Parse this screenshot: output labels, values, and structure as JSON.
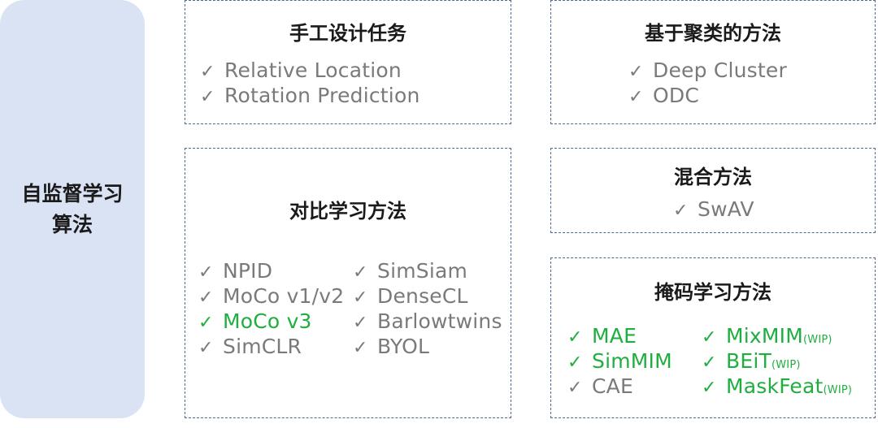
{
  "side_title_line1": "自监督学习",
  "side_title_line2": "算法",
  "check": "✓",
  "handcrafted": {
    "title": "手工设计任务",
    "items": [
      "Relative Location",
      "Rotation Prediction"
    ]
  },
  "clustering": {
    "title": "基于聚类的方法",
    "items": [
      "Deep Cluster",
      "ODC"
    ]
  },
  "contrastive": {
    "title": "对比学习方法",
    "left": [
      "NPID",
      "MoCo v1/v2",
      "MoCo v3",
      "SimCLR"
    ],
    "right": [
      "SimSiam",
      "DenseCL",
      "Barlowtwins",
      "BYOL"
    ]
  },
  "hybrid": {
    "title": "混合方法",
    "items": [
      "SwAV"
    ]
  },
  "masked": {
    "title": "掩码学习方法",
    "left": [
      "MAE",
      "SimMIM",
      "CAE"
    ],
    "right": [
      "MixMIM",
      "BEiT",
      "MaskFeat"
    ],
    "wip": "(WIP)"
  },
  "colors": {
    "highlight": "#1fae3f",
    "muted": "#7a7a7a",
    "side_bg": "#dae3f3",
    "border": "#4a6a9a"
  }
}
